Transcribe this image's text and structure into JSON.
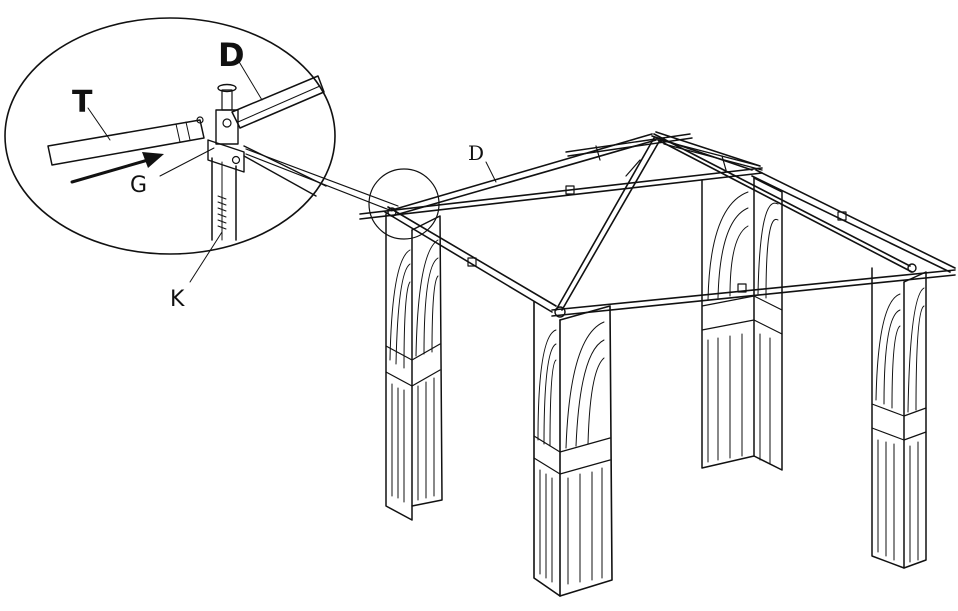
{
  "labels": {
    "detail_t": "T",
    "detail_d": "D",
    "detail_g": "G",
    "detail_k": "K",
    "main_d": "D"
  },
  "colors": {
    "stroke": "#111111",
    "background": "#ffffff"
  }
}
